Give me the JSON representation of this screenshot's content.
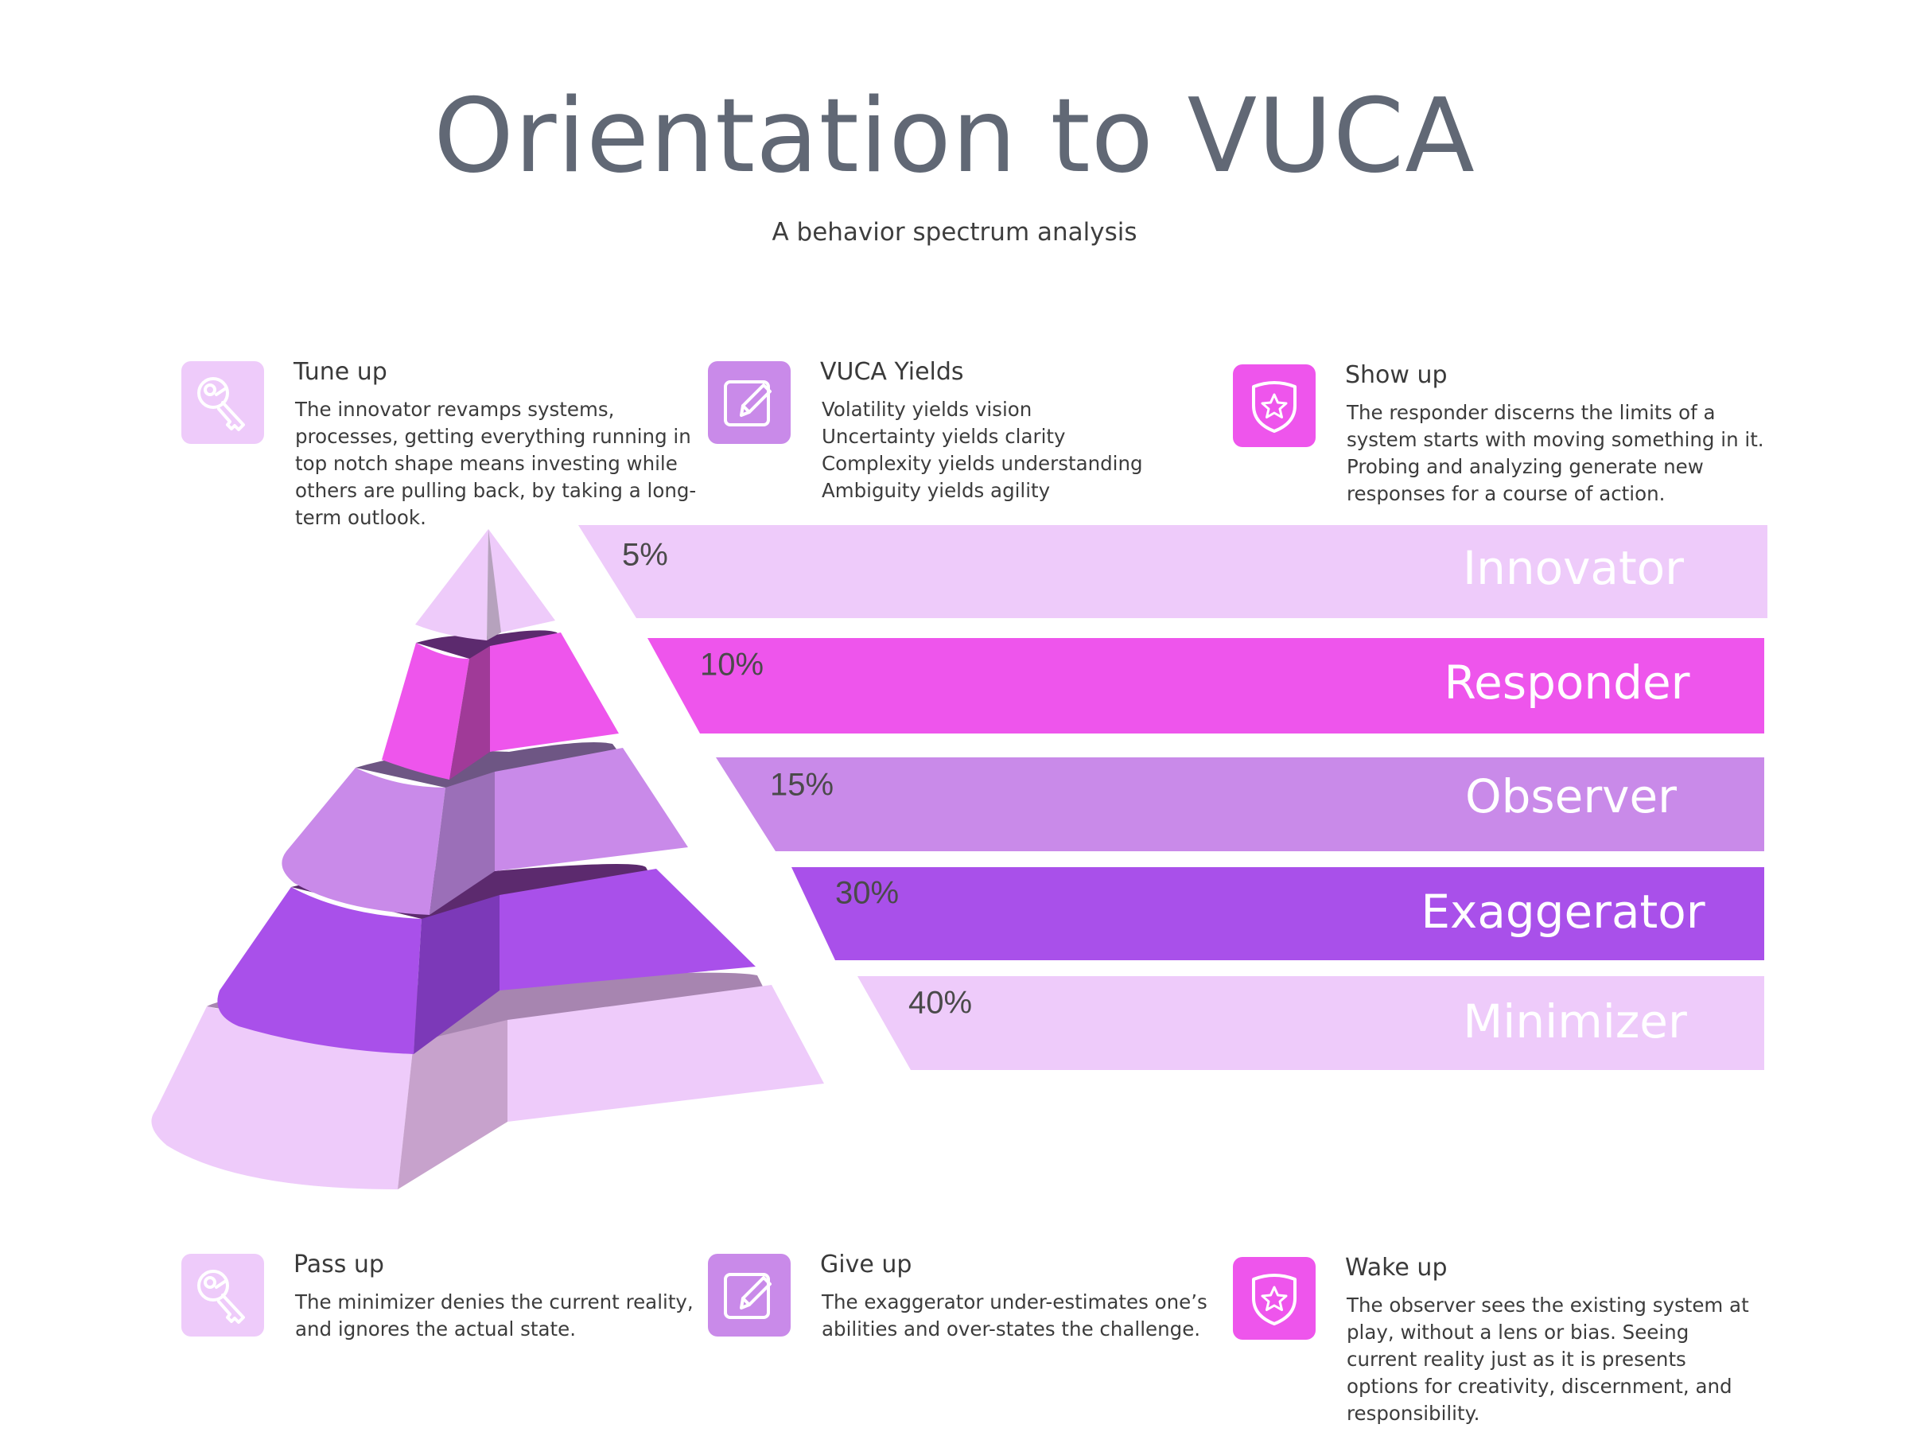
{
  "title": "Orientation to VUCA",
  "subtitle": "A behavior spectrum analysis",
  "colors": {
    "light_lilac": "#eecbfa",
    "magenta": "#ee55ec",
    "lavender": "#c98ae9",
    "violet": "#a950ea",
    "title_gray": "#616875"
  },
  "cards": {
    "tune_up": {
      "icon": "key-icon",
      "heading": "Tune up",
      "lines": [
        "The innovator revamps systems,",
        "processes, getting everything running in",
        "top notch shape means investing while",
        "others are pulling back, by taking a long-",
        "term outlook."
      ]
    },
    "vuca_yields": {
      "icon": "pencil-icon",
      "heading": "VUCA Yields",
      "lines": [
        "Volatility yields vision",
        "Uncertainty yields clarity",
        "Complexity yields understanding",
        "Ambiguity yields agility"
      ]
    },
    "show_up": {
      "icon": "shield-star-icon",
      "heading": "Show up",
      "lines": [
        "The responder discerns the limits of a",
        "system starts with moving something in it.",
        "Probing and analyzing generate new",
        "responses for a course of action."
      ]
    },
    "pass_up": {
      "icon": "key-icon",
      "heading": "Pass up",
      "lines": [
        "The minimizer denies the current reality,",
        "and ignores the actual state."
      ]
    },
    "give_up": {
      "icon": "pencil-icon",
      "heading": "Give up",
      "lines": [
        "The exaggerator under-estimates one’s",
        "abilities and over-states the challenge."
      ]
    },
    "wake_up": {
      "icon": "shield-star-icon",
      "heading": "Wake up",
      "lines": [
        "The observer sees the existing system at",
        "play, without a lens or bias. Seeing",
        "current reality just as it is presents",
        "options for creativity, discernment, and",
        "responsibility."
      ]
    }
  },
  "levels": [
    {
      "name": "Innovator",
      "percent": "5%",
      "value": 5,
      "color": "#eecbfa"
    },
    {
      "name": "Responder",
      "percent": "10%",
      "value": 10,
      "color": "#ee55ec"
    },
    {
      "name": "Observer",
      "percent": "15%",
      "value": 15,
      "color": "#c98ae9"
    },
    {
      "name": "Exaggerator",
      "percent": "30%",
      "value": 30,
      "color": "#a950ea"
    },
    {
      "name": "Minimizer",
      "percent": "40%",
      "value": 40,
      "color": "#eecbfa"
    }
  ]
}
